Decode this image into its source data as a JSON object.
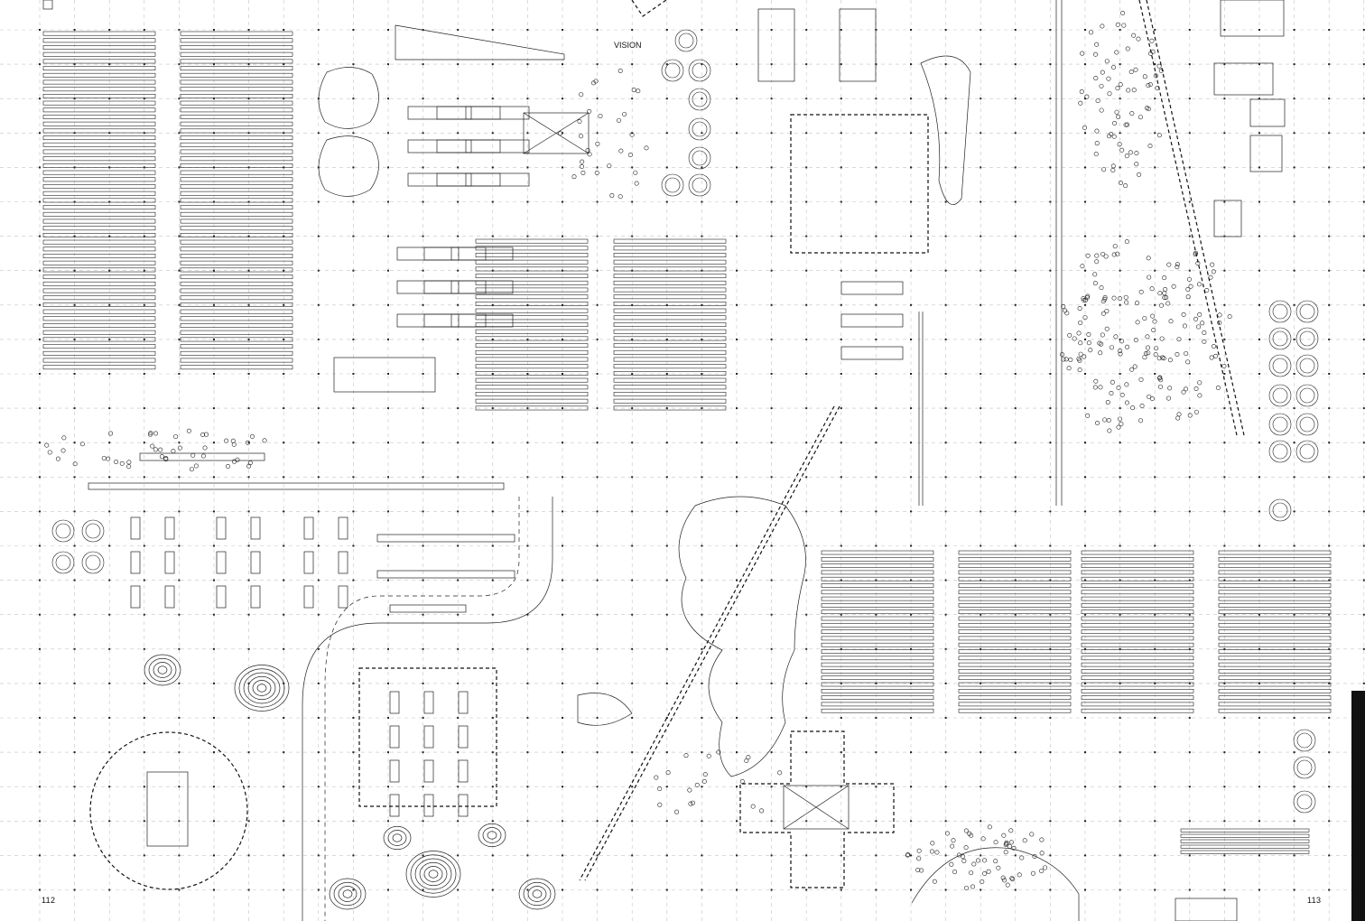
{
  "plan": {
    "heading": "VISION",
    "page_left": "112",
    "page_right": "113"
  },
  "colors": {
    "ink": "#111111",
    "grid": "#bdbdbd",
    "paper": "#ffffff",
    "tab": "#111111"
  },
  "icons": {
    "tree": "tree-icon",
    "building": "building-icon",
    "thumb_tab": "thumb-tab-icon"
  }
}
